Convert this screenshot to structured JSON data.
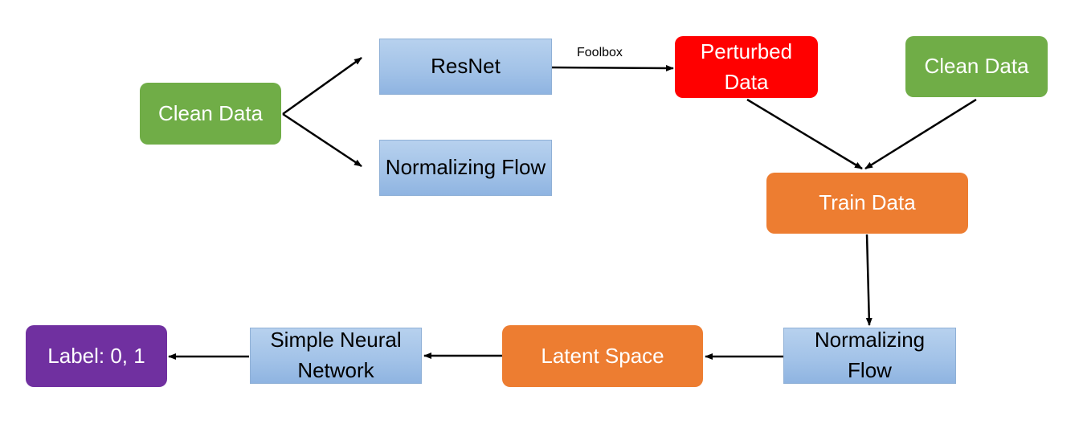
{
  "nodes": {
    "clean_data_left": "Clean Data",
    "resnet": "ResNet",
    "normalizing_flow_top": "Normalizing Flow",
    "perturbed_data": "Perturbed Data",
    "clean_data_right": "Clean Data",
    "train_data": "Train Data",
    "normalizing_flow_bottom": "Normalizing Flow",
    "latent_space": "Latent Space",
    "simple_neural_network": "Simple Neural Network",
    "label": "Label: 0, 1"
  },
  "edge_labels": {
    "foolbox": "Foolbox"
  },
  "colors": {
    "green": "#70ad47",
    "red": "#ff0000",
    "orange": "#ed7d31",
    "purple": "#7030a0",
    "blue": "#a3c3e8"
  }
}
